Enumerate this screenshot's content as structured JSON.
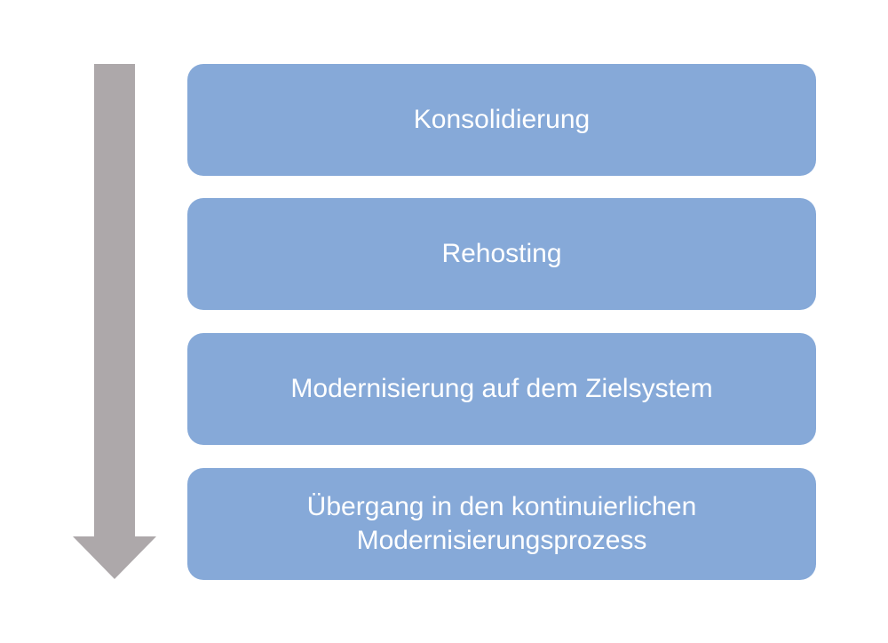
{
  "colors": {
    "step_fill": "#86A9D8",
    "arrow_fill": "#ADA8AA",
    "text": "#FFFFFF"
  },
  "arrow": {
    "direction": "down"
  },
  "steps": [
    {
      "label": "Konsolidierung"
    },
    {
      "label": "Rehosting"
    },
    {
      "label": "Modernisierung auf dem Zielsystem"
    },
    {
      "label": "Übergang in den kontinuierlichen Modernisierungsprozess"
    }
  ]
}
